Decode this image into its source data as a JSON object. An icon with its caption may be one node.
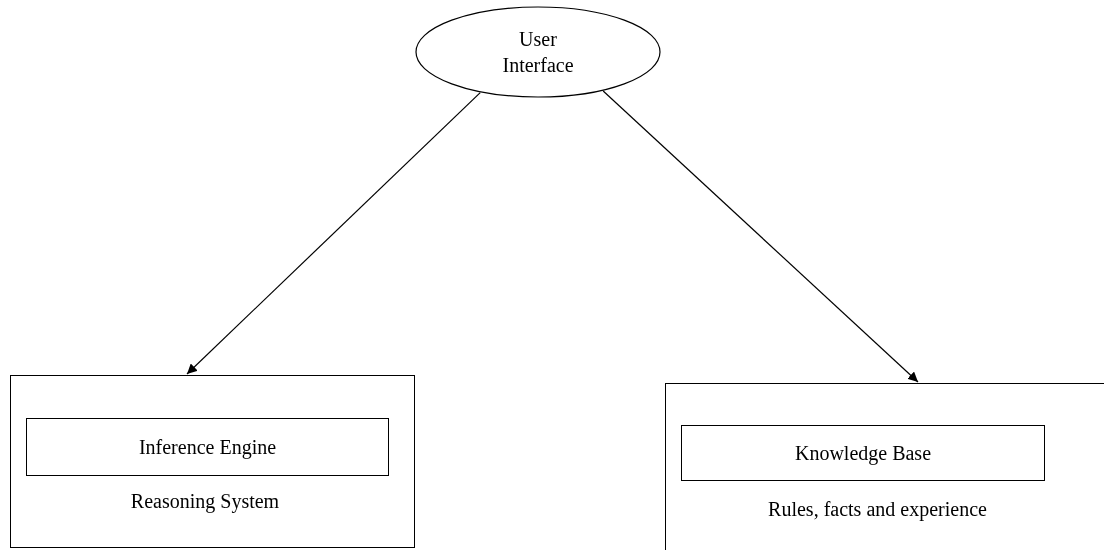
{
  "diagram": {
    "nodes": [
      {
        "text": [
          "User Interface"
        ]
      },
      {
        "text": [
          "Reasoning System"
        ]
      },
      {
        "text": [
          "Inference Engine"
        ],
        "in": 1
      },
      {
        "text": [
          "Rules, facts and experience"
        ]
      },
      {
        "text": [
          "Knowledge Base"
        ],
        "in": 3
      }
    ],
    "edges": [
      {
        "from": 0,
        "to": 1,
        "arrow": "to"
      },
      {
        "from": 0,
        "to": 3,
        "arrow": "to"
      }
    ]
  }
}
